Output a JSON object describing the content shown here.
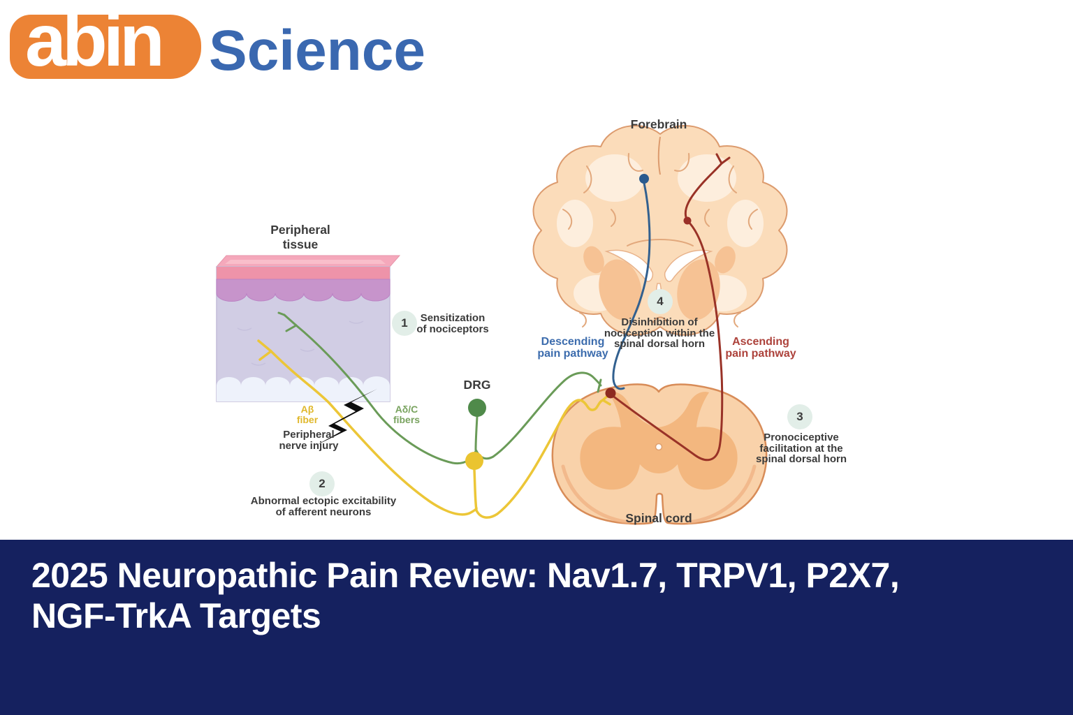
{
  "logo": {
    "wordmark_left": "abin",
    "wordmark_right": "Science",
    "orange": "#EC8335",
    "blue": "#3A68B0"
  },
  "banner": {
    "title_line1": "2025 Neuropathic Pain Review: Nav1.7, TRPV1, P2X7,",
    "title_line2": "NGF-TrkA Targets",
    "background": "#15215F",
    "text_color": "#FFFFFF"
  },
  "diagram": {
    "anatomy": {
      "forebrain": "Forebrain",
      "spinal_cord": "Spinal cord",
      "drg": "DRG",
      "peripheral_tissue_lines": [
        "Peripheral",
        "tissue"
      ]
    },
    "injury_lines": [
      "Peripheral",
      "nerve injury"
    ],
    "fibers": {
      "ab_lines": [
        "Aβ",
        "fiber"
      ],
      "ab_color": "#E7BE30",
      "adc_lines": [
        "Aδ/C",
        "fibers"
      ],
      "adc_color": "#79A35F"
    },
    "pathways": {
      "descending_lines": [
        "Descending",
        "pain pathway"
      ],
      "descending_color": "#3C6CAD",
      "ascending_lines": [
        "Ascending",
        "pain pathway"
      ],
      "ascending_color": "#AD423B"
    },
    "steps": [
      {
        "number": "1",
        "lines": [
          "Sensitization",
          "of nociceptors"
        ]
      },
      {
        "number": "2",
        "lines": [
          "Abnormal ectopic excitability",
          "of afferent neurons"
        ]
      },
      {
        "number": "3",
        "lines": [
          "Pronociceptive",
          "facilitation at the",
          "spinal dorsal horn"
        ]
      },
      {
        "number": "4",
        "lines": [
          "Disinhibition of",
          "nociception within the",
          "spinal dorsal horn"
        ]
      }
    ],
    "badge_bg": "#E2EEE8",
    "icons": {
      "nerve_injury": "lightning-bolt-icon",
      "drg_soma_green": "green-neuron-soma",
      "drg_soma_yellow": "yellow-neuron-soma"
    }
  }
}
